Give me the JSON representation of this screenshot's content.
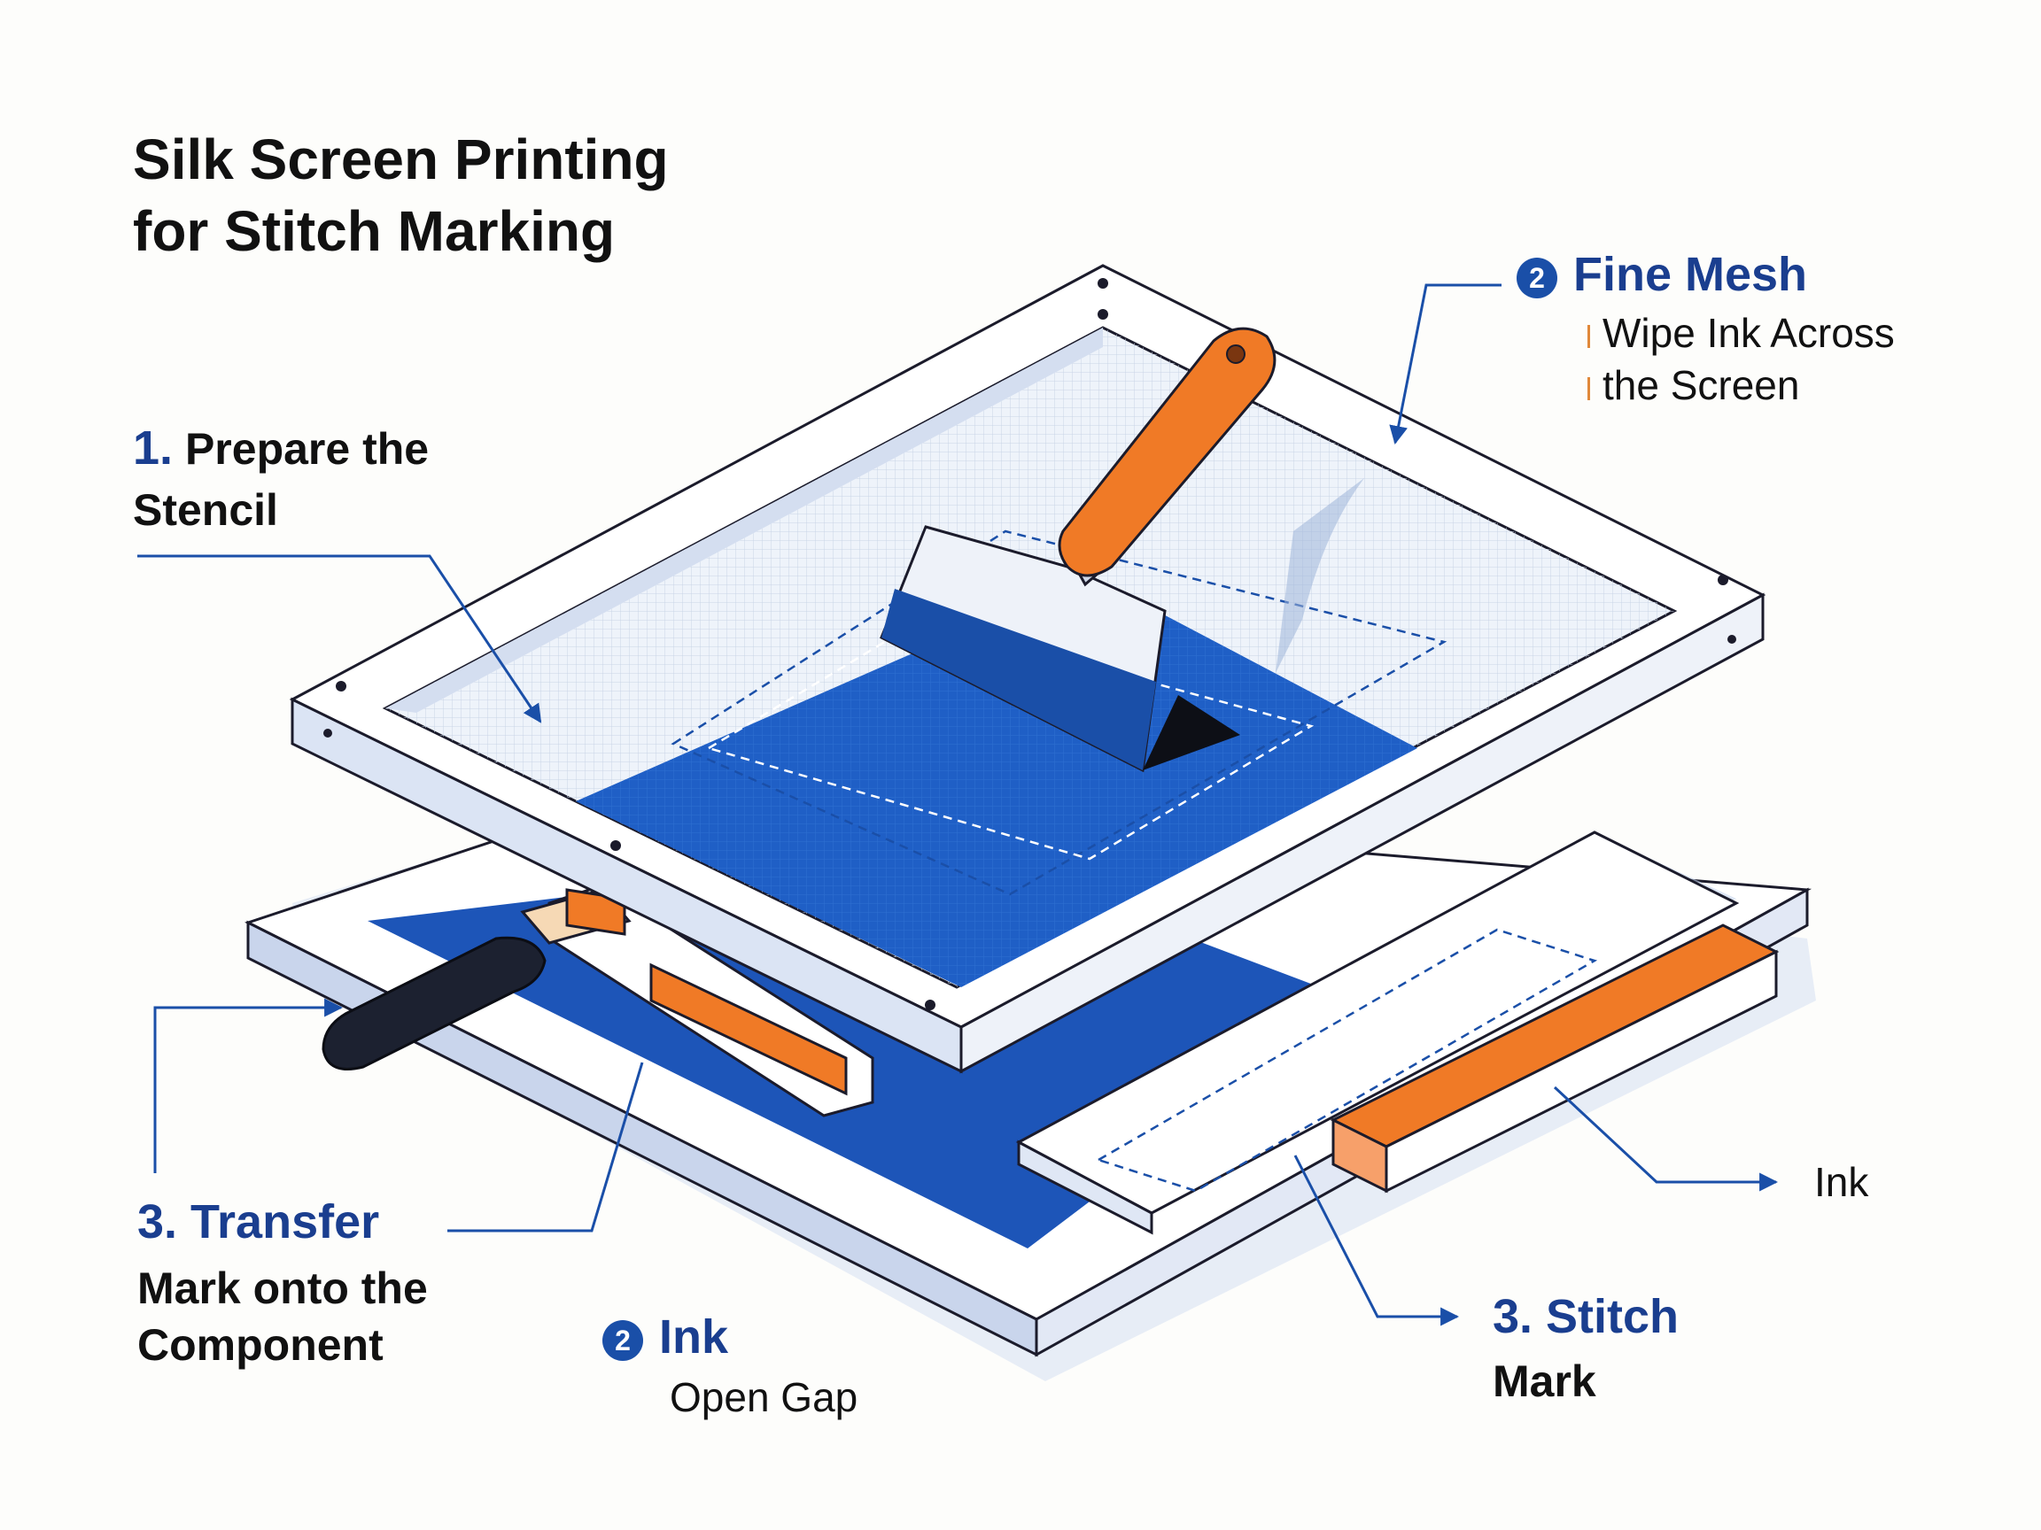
{
  "title": {
    "line1": "Silk Screen Printing",
    "line2": "for Stitch Marking"
  },
  "labels": {
    "prepare": {
      "number": "1.",
      "line1": "Prepare the",
      "line2": "Stencil"
    },
    "fine_mesh": {
      "badge": "2",
      "heading": "Fine Mesh",
      "line1": "Wipe Ink Across",
      "line2": "the Screen"
    },
    "transfer": {
      "heading": "3. Transfer",
      "line1": "Mark onto the",
      "line2": "Component"
    },
    "ink_gap": {
      "badge": "2",
      "heading": "Ink",
      "sub": "Open Gap"
    },
    "ink_right": {
      "text": "Ink"
    },
    "stitch": {
      "heading": "3. Stitch",
      "line2": "Mark"
    }
  },
  "colors": {
    "accent_blue": "#1a4fa8",
    "label_blue": "#1a3e8f",
    "orange": "#f07a26",
    "frame": "#ffffff",
    "frame_shadow": "#c6d4ec"
  }
}
